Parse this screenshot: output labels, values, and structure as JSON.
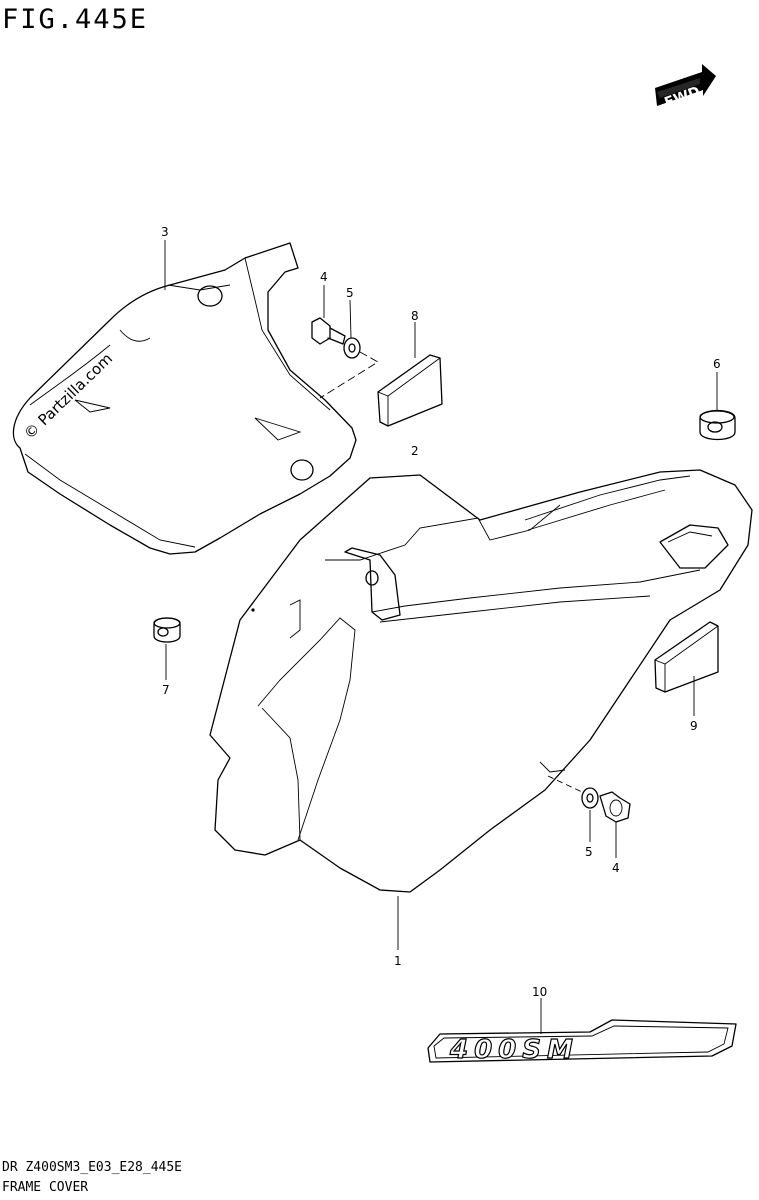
{
  "figure": {
    "title": "FIG.445E",
    "direction_label": "FWD",
    "watermark": "© Partzilla.com",
    "footer_code": "DR Z400SM3_E03_E28_445E",
    "footer_name": "FRAME COVER",
    "emblem_text": "400SM"
  },
  "callouts": [
    {
      "id": "c1",
      "label": "1"
    },
    {
      "id": "c2",
      "label": "2"
    },
    {
      "id": "c3",
      "label": "3"
    },
    {
      "id": "c4a",
      "label": "4"
    },
    {
      "id": "c4b",
      "label": "4"
    },
    {
      "id": "c5a",
      "label": "5"
    },
    {
      "id": "c5b",
      "label": "5"
    },
    {
      "id": "c6",
      "label": "6"
    },
    {
      "id": "c7",
      "label": "7"
    },
    {
      "id": "c8",
      "label": "8"
    },
    {
      "id": "c9",
      "label": "9"
    },
    {
      "id": "c10",
      "label": "10"
    }
  ]
}
